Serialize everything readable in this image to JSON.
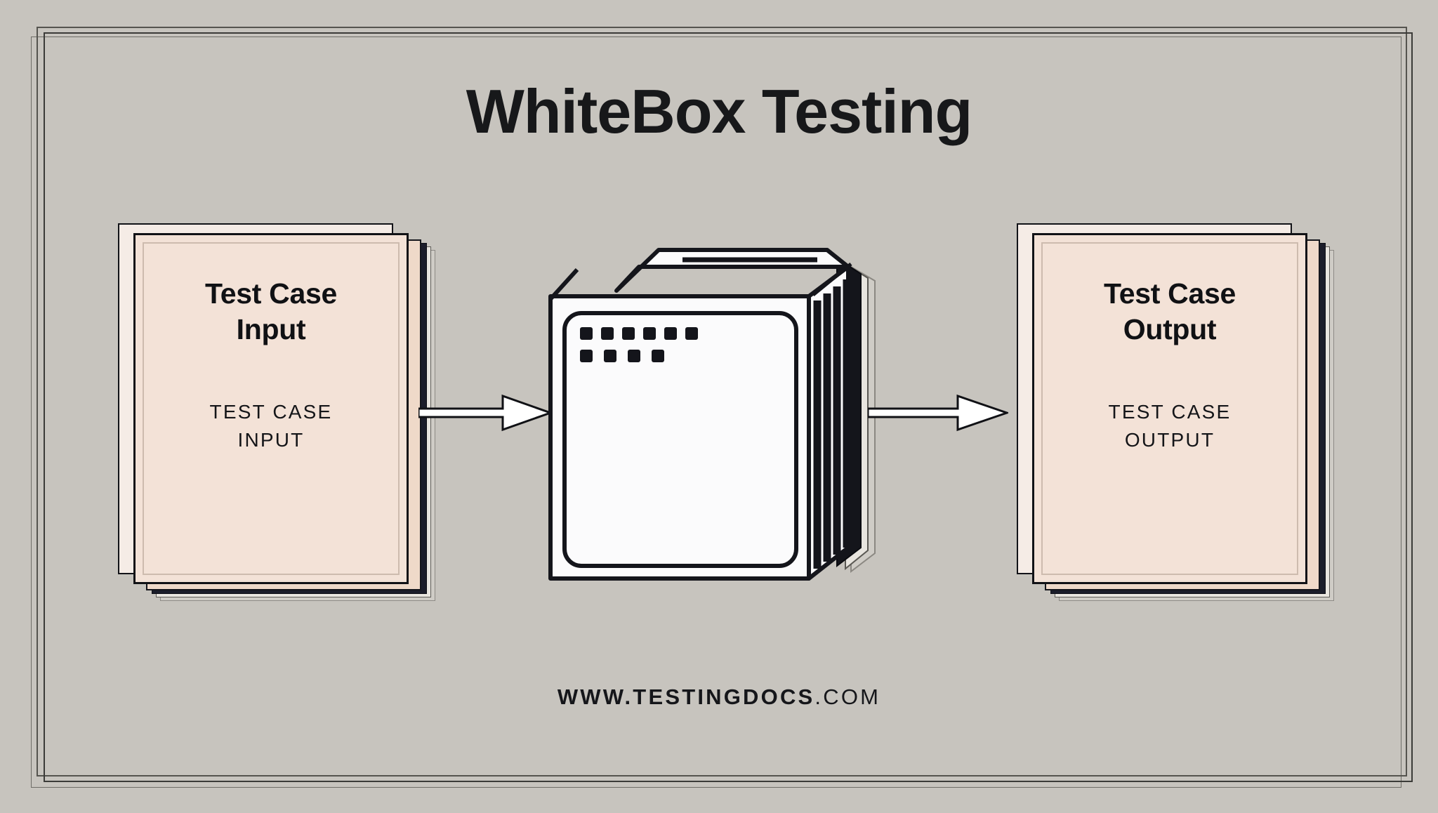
{
  "page": {
    "title": "WhiteBox Testing",
    "background_color": "#c7c4be",
    "frame_color": "#4a4a4a"
  },
  "cards": {
    "input": {
      "heading_line1": "Test Case",
      "heading_line2": "Input",
      "sub_line1": "TEST CASE",
      "sub_line2": "INPUT",
      "fill_color": "#f3e2d7",
      "border_color": "#111216"
    },
    "output": {
      "heading_line1": "Test Case",
      "heading_line2": "Output",
      "sub_line1": "TEST CASE",
      "sub_line2": "OUTPUT",
      "fill_color": "#f3e2d7",
      "border_color": "#111216"
    }
  },
  "center_unit": {
    "name": "white-box-server",
    "body_color": "#fbfbfc",
    "outline_color": "#14151b",
    "vent_color": "#14151b",
    "led_count_top": 6,
    "led_count_bottom": 4
  },
  "arrows": {
    "input_to_box": "arrow-right-icon",
    "box_to_output": "arrow-right-icon",
    "fill_color": "#ffffff",
    "outline_color": "#101115"
  },
  "footer": {
    "strong_text": "WWW.TESTINGDOCS",
    "light_text": ".COM"
  }
}
